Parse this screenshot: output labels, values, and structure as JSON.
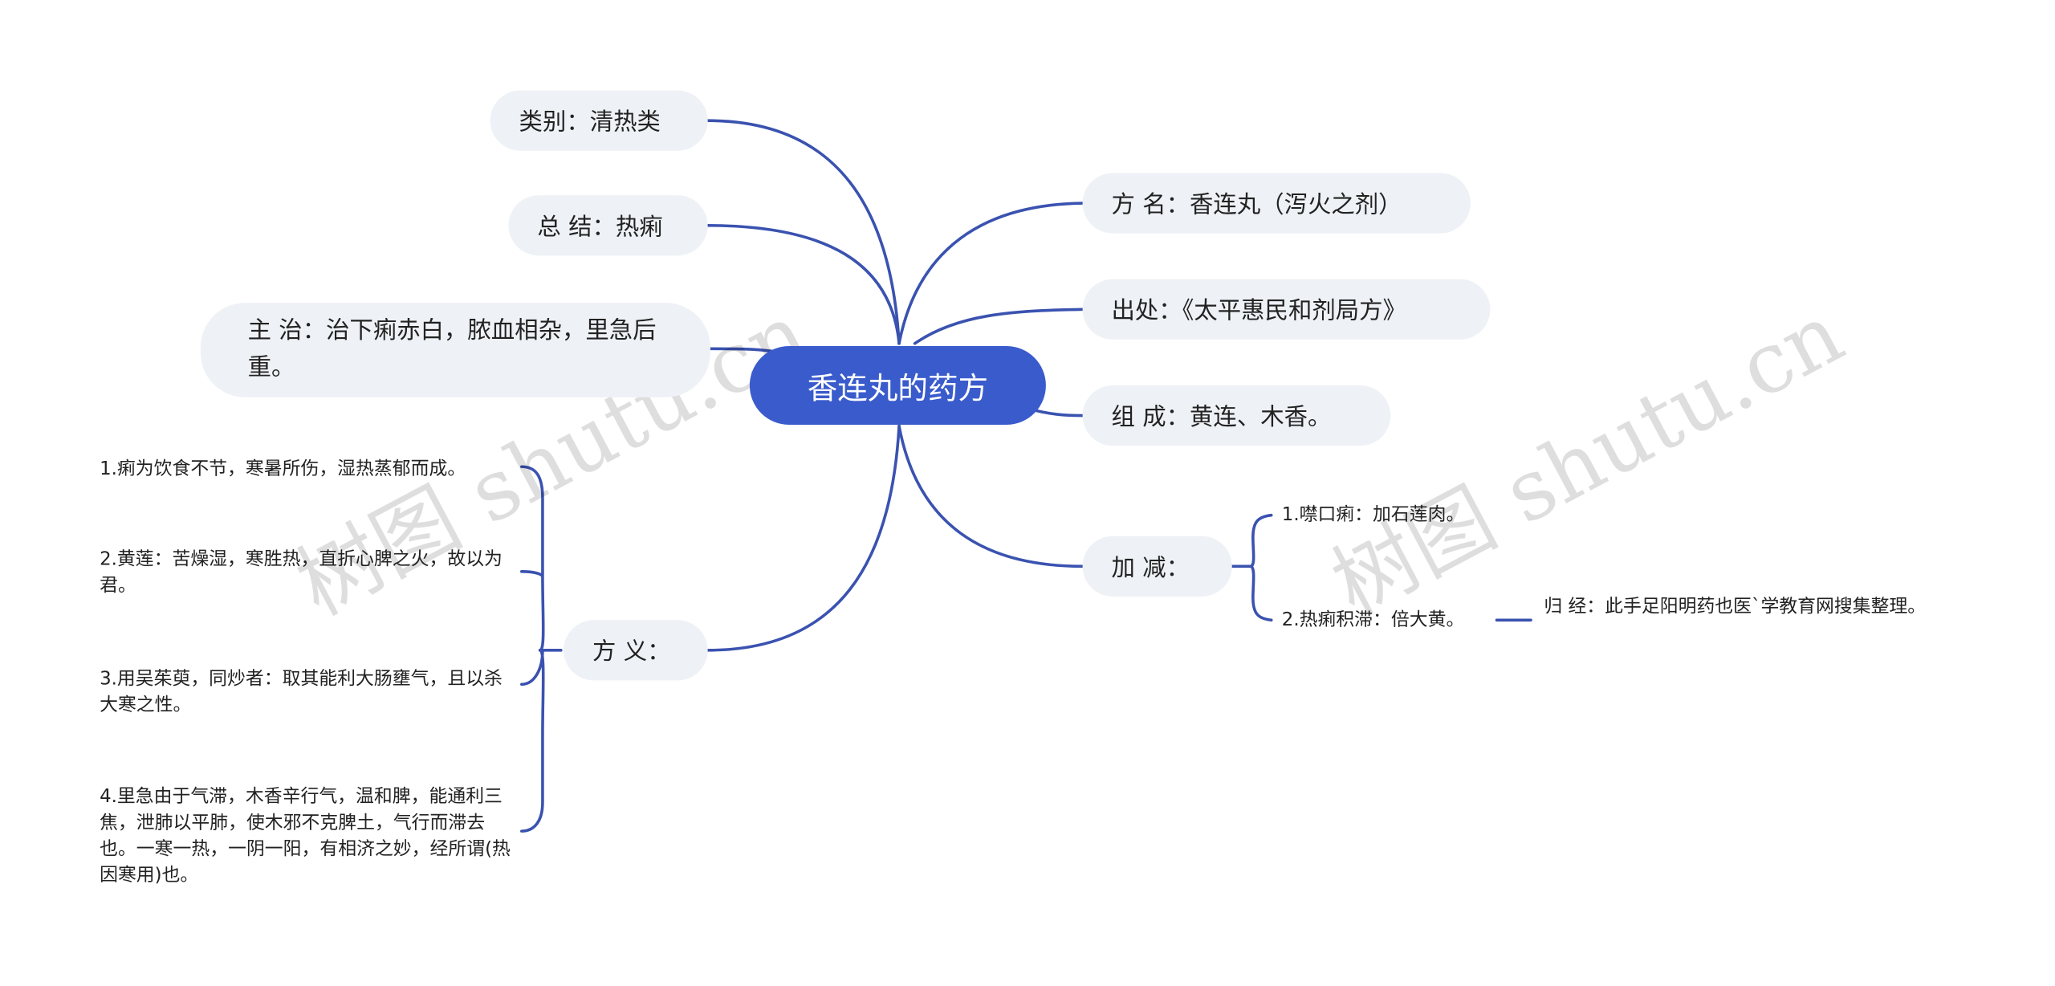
{
  "center": "香连丸的药方",
  "left": {
    "category": "类别：清热类",
    "summary": "总 结：热痢",
    "indication": "主 治：治下痢赤白，脓血相杂，里急后重。",
    "meaning": {
      "label": "方 义：",
      "items": [
        "1.痢为饮食不节，寒暑所伤，湿热蒸郁而成。",
        "2.黄莲：苦燥湿，寒胜热，直折心脾之火，故以为君。",
        "3.用吴茱萸，同炒者：取其能利大肠壅气，且以杀大寒之性。",
        "4.里急由于气滞，木香辛行气，温和脾，能通利三焦，泄肺以平肺，使木邪不克脾土，气行而滞去也。一寒一热，一阴一阳，有相济之妙，经所谓(热因寒用)也。"
      ]
    }
  },
  "right": {
    "name": "方 名：香连丸（泻火之剂）",
    "source": "出处：《太平惠民和剂局方》",
    "composition": "组 成：黄连、木香。",
    "modify": {
      "label": "加 减：",
      "items": [
        "1.噤口痢：加石莲肉。",
        "2.热痢积滞：倍大黄。"
      ],
      "note": "归 经：此手足阳明药也医`学教育网搜集整理。"
    }
  },
  "watermark": "树图 shutu.cn",
  "colors": {
    "center": "#3a5bcc",
    "line": "#3a52b0",
    "pill": "#eef1f5"
  }
}
